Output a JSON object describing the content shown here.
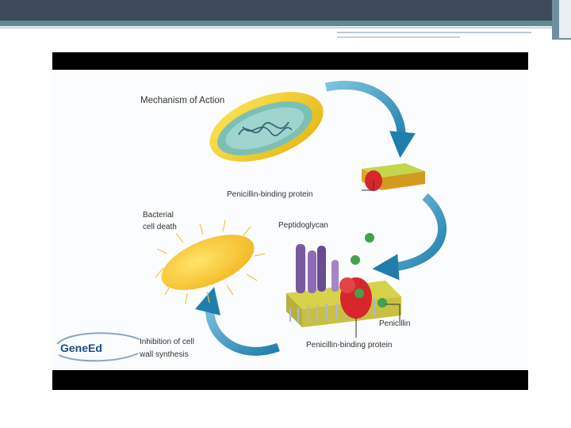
{
  "diagram": {
    "title": "Mechanism of Action",
    "label_pbp_top": "Penicillin-binding protein",
    "label_peptidoglycan": "Peptidoglycan",
    "label_death_line1": "Bacterial",
    "label_death_line2": "cell death",
    "label_inhibition_line1": "Inhibition of cell",
    "label_inhibition_line2": "wall synthesis",
    "label_penicillin": "Penicillin",
    "label_pbp_bottom": "Penicillin-binding protein",
    "logo_text": "GeneEd"
  },
  "colors": {
    "header": "#3d4a5a",
    "accent": "#5d8c92",
    "arrow": "#2e8fb8",
    "cell_yellow": "#f2cb2c",
    "cell_inner": "#6fb4a6",
    "protein_red": "#d8272c",
    "penicillin_green": "#3fa34a",
    "peptidoglycan_purple": "#7a59a0"
  }
}
